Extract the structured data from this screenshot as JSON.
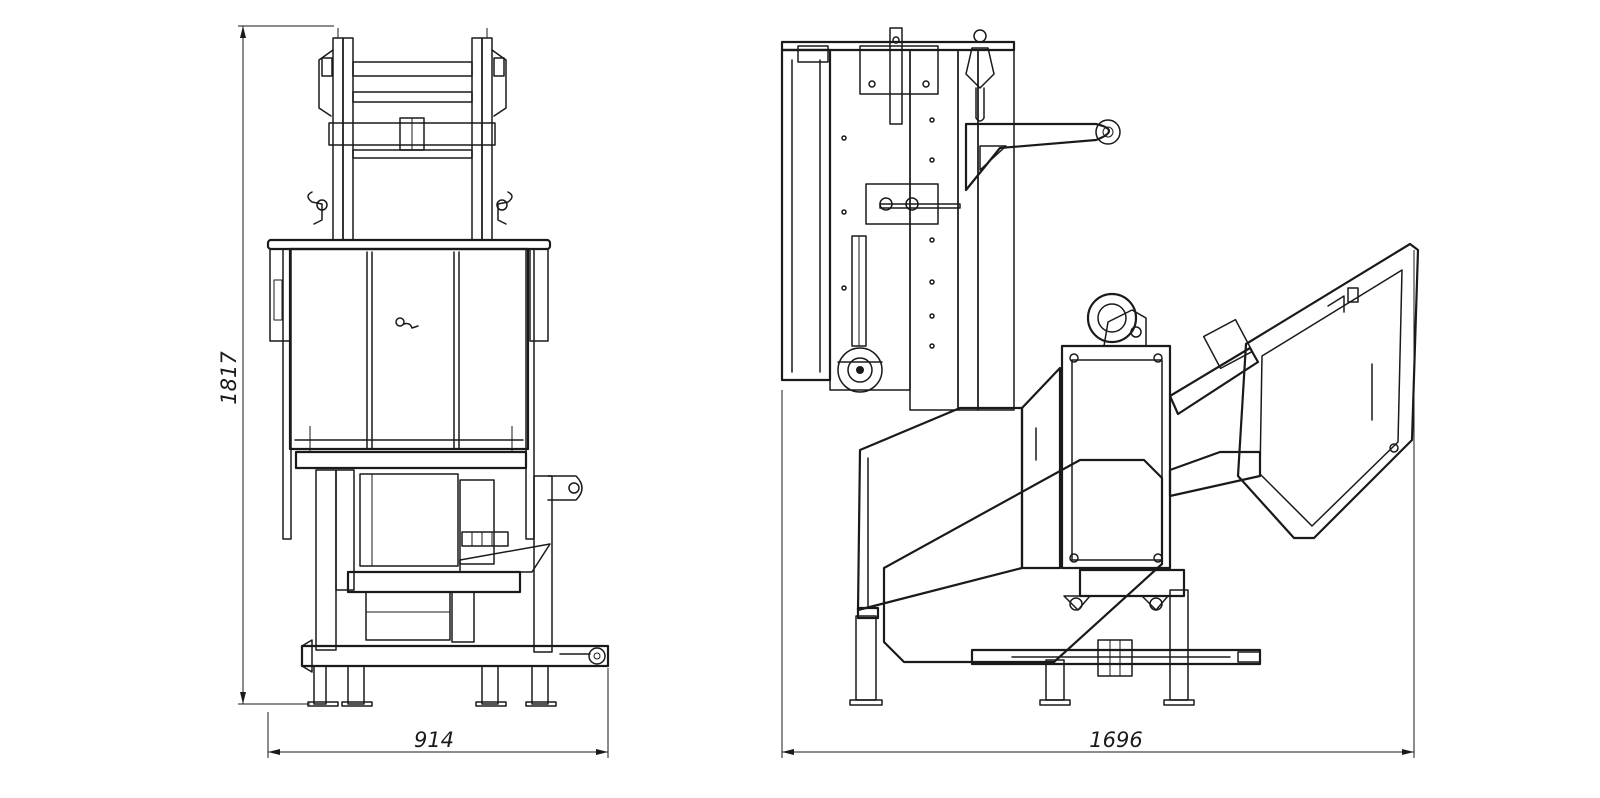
{
  "dimensions": {
    "front_height": "1817",
    "front_width": "914",
    "side_width": "1696"
  }
}
